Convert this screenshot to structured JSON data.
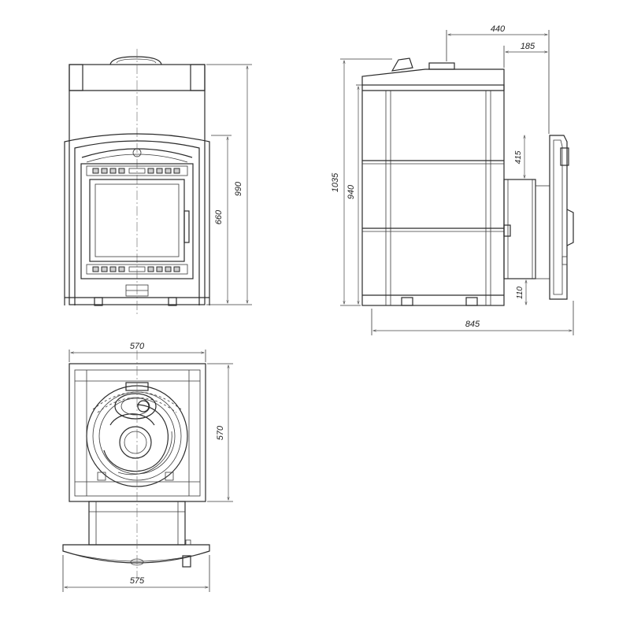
{
  "front_view": {
    "height_total": "990",
    "height_door": "660"
  },
  "side_view": {
    "height_total": "1035",
    "height_body": "940",
    "depth_total": "845",
    "top_offset": "440",
    "top_offset_small": "185",
    "door_section_height": "415",
    "bottom_offset": "110"
  },
  "top_view": {
    "width_top": "570",
    "depth_right": "570",
    "width_bottom": "575"
  }
}
